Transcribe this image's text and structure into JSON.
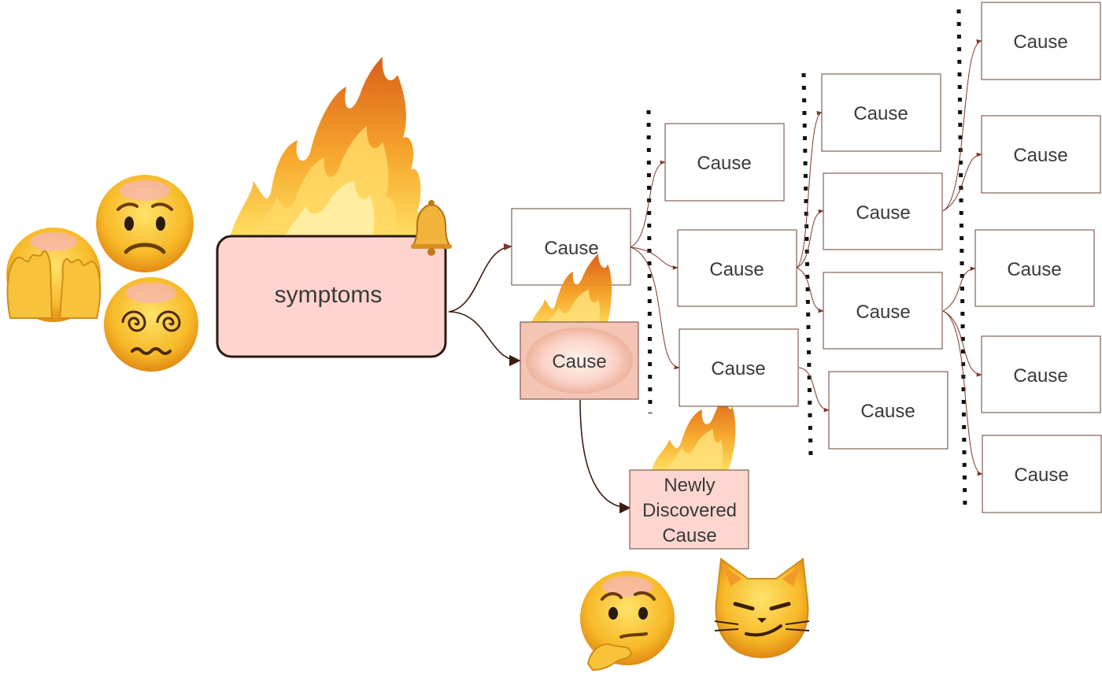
{
  "symptoms": {
    "label": "symptoms"
  },
  "causes": [
    {
      "label": "Cause"
    },
    {
      "label": "Cause"
    },
    {
      "label": "Cause"
    },
    {
      "label": "Cause"
    },
    {
      "label": "Cause"
    },
    {
      "label": "Cause"
    },
    {
      "label": "Cause"
    },
    {
      "label": "Cause"
    },
    {
      "label": "Cause"
    },
    {
      "label": "Cause"
    },
    {
      "label": "Cause"
    },
    {
      "label": "Cause"
    },
    {
      "label": "Cause"
    },
    {
      "label": "Cause"
    }
  ],
  "newly_discovered": {
    "line1": "Newly",
    "line2": "Discovered",
    "line3": "Cause"
  },
  "colors": {
    "symptoms_fill": "#ffd4ce",
    "symptoms_stroke": "#2a1a14",
    "hot_cause_fill": "#f4c4b4",
    "new_cause_fill": "#fdd6cf",
    "box_stroke": "#6a4036",
    "flame_orange": "#f08a1c",
    "flame_yellow": "#ffd24a"
  },
  "icons": {
    "emotes_left": [
      "hands-over-eyes-icon",
      "worried-face-icon",
      "dizzy-face-icon"
    ],
    "emotes_bottom": [
      "thinking-face-icon",
      "smirking-cat-icon"
    ],
    "alarm": "bell-icon",
    "fire": "fire-icon"
  }
}
